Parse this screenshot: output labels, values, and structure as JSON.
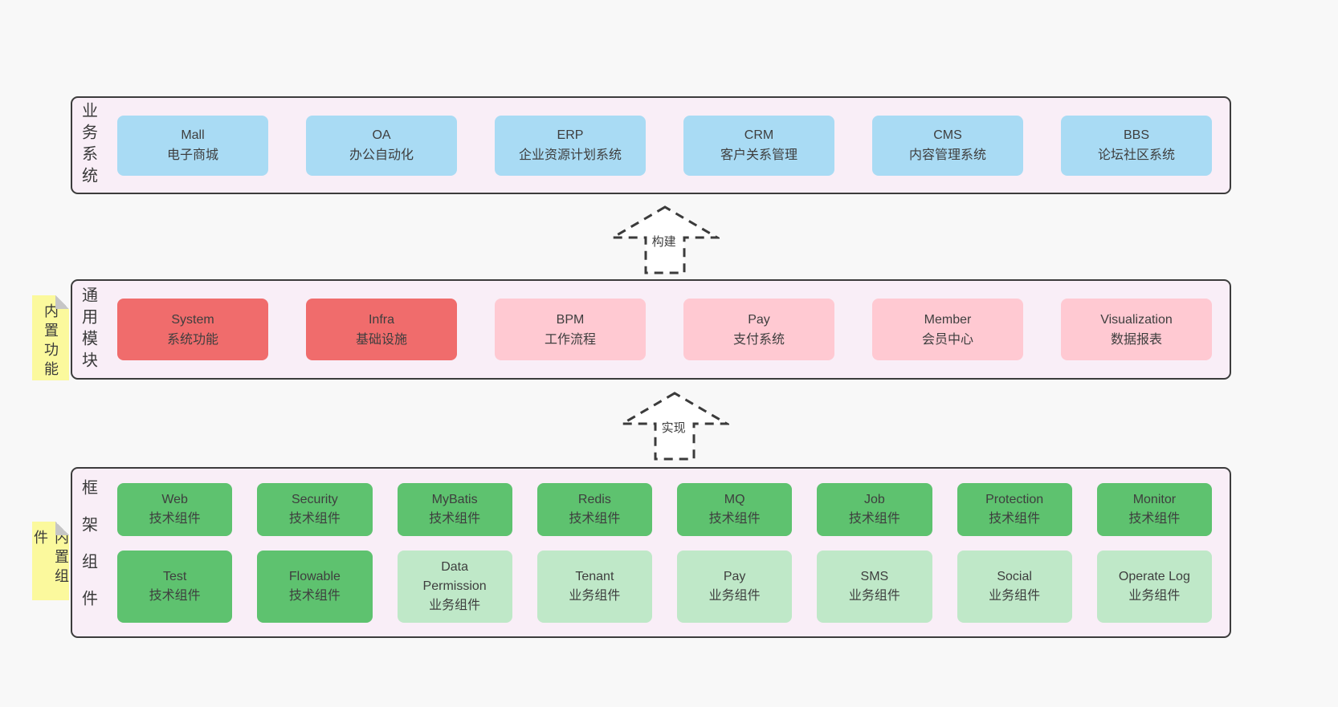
{
  "colors": {
    "page_bg": "#f8f8f8",
    "layer_bg": "#f9eef7",
    "layer_border": "#3c3c3c",
    "text": "#3e3e3e",
    "blue": "#a9dbf4",
    "red": "#f06c6c",
    "pink": "#ffc9d2",
    "green": "#5ec26f",
    "lightgreen": "#bfe8c8",
    "note_bg": "#fbf99d",
    "note_fold": "#c6c6c6",
    "arrow_stroke": "#3b3b3b",
    "arrow_fill": "#ffffff"
  },
  "layers": [
    {
      "id": "business-systems",
      "label": "业务系统",
      "note": null,
      "boxes": [
        {
          "title": "Mall",
          "subtitle": "电子商城",
          "variant": "blue"
        },
        {
          "title": "OA",
          "subtitle": "办公自动化",
          "variant": "blue"
        },
        {
          "title": "ERP",
          "subtitle": "企业资源计划系统",
          "variant": "blue"
        },
        {
          "title": "CRM",
          "subtitle": "客户关系管理",
          "variant": "blue"
        },
        {
          "title": "CMS",
          "subtitle": "内容管理系统",
          "variant": "blue"
        },
        {
          "title": "BBS",
          "subtitle": "论坛社区系统",
          "variant": "blue"
        }
      ]
    },
    {
      "id": "common-modules",
      "label": "通用模块",
      "note": "内置功能",
      "boxes": [
        {
          "title": "System",
          "subtitle": "系统功能",
          "variant": "red"
        },
        {
          "title": "Infra",
          "subtitle": "基础设施",
          "variant": "red"
        },
        {
          "title": "BPM",
          "subtitle": "工作流程",
          "variant": "pink"
        },
        {
          "title": "Pay",
          "subtitle": "支付系统",
          "variant": "pink"
        },
        {
          "title": "Member",
          "subtitle": "会员中心",
          "variant": "pink"
        },
        {
          "title": "Visualization",
          "subtitle": "数据报表",
          "variant": "pink"
        }
      ]
    },
    {
      "id": "framework-components",
      "label": "框架组件",
      "note": "内置组件",
      "boxes": [
        {
          "title": "Web",
          "subtitle": "技术组件",
          "variant": "green"
        },
        {
          "title": "Security",
          "subtitle": "技术组件",
          "variant": "green"
        },
        {
          "title": "MyBatis",
          "subtitle": "技术组件",
          "variant": "green"
        },
        {
          "title": "Redis",
          "subtitle": "技术组件",
          "variant": "green"
        },
        {
          "title": "MQ",
          "subtitle": "技术组件",
          "variant": "green"
        },
        {
          "title": "Job",
          "subtitle": "技术组件",
          "variant": "green"
        },
        {
          "title": "Protection",
          "subtitle": "技术组件",
          "variant": "green"
        },
        {
          "title": "Monitor",
          "subtitle": "技术组件",
          "variant": "green"
        },
        {
          "title": "Test",
          "subtitle": "技术组件",
          "variant": "green"
        },
        {
          "title": "Flowable",
          "subtitle": "技术组件",
          "variant": "green"
        },
        {
          "title": "Data Permission",
          "subtitle": "业务组件",
          "variant": "lightgreen"
        },
        {
          "title": "Tenant",
          "subtitle": "业务组件",
          "variant": "lightgreen"
        },
        {
          "title": "Pay",
          "subtitle": "业务组件",
          "variant": "lightgreen"
        },
        {
          "title": "SMS",
          "subtitle": "业务组件",
          "variant": "lightgreen"
        },
        {
          "title": "Social",
          "subtitle": "业务组件",
          "variant": "lightgreen"
        },
        {
          "title": "Operate Log",
          "subtitle": "业务组件",
          "variant": "lightgreen"
        }
      ]
    }
  ],
  "arrows": [
    {
      "label": "构建"
    },
    {
      "label": "实现"
    }
  ]
}
